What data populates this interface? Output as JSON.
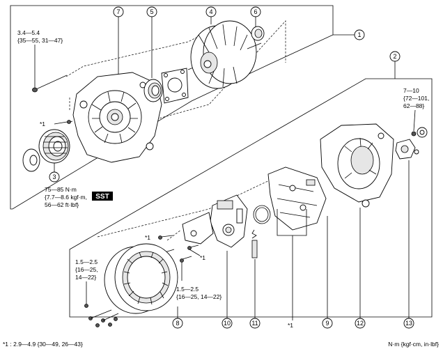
{
  "torques": {
    "bolt_top": [
      "3.4—5.4",
      "{35—55, 31—47}"
    ],
    "pulley": [
      "75—85 N·m",
      "{7.7—8.6 kgf·m,",
      "56—62 ft·lbf}"
    ],
    "sst_badge": "SST",
    "cover_right": [
      "7—10",
      "{72—101,",
      "62—88}"
    ],
    "rect_left": [
      "1.5—2.5",
      "{16—25,",
      "14—22}"
    ],
    "rect_mid": [
      "1.5—2.5",
      "{16—25, 14—22}"
    ]
  },
  "star_label": "*1",
  "callouts": [
    "1",
    "2",
    "3",
    "4",
    "5",
    "6",
    "7",
    "8",
    "9",
    "10",
    "11",
    "12",
    "13"
  ],
  "footnote": "*1 : 2.9—4.9 {30—49, 26—43}",
  "units_note": "N·m {kgf·cm, in·lbf}"
}
